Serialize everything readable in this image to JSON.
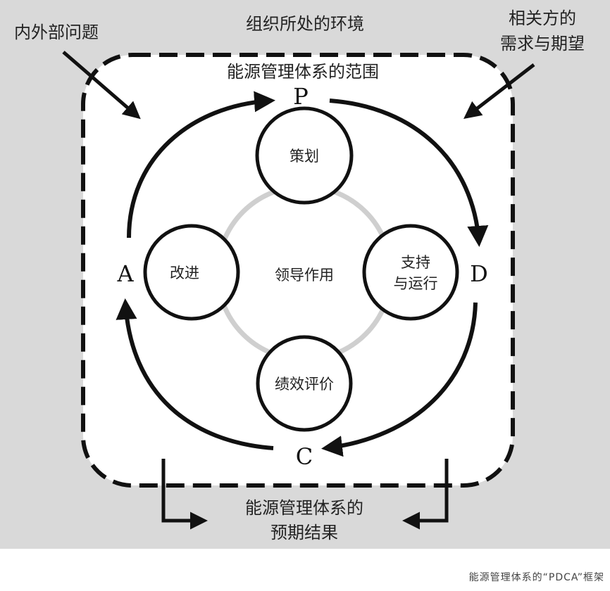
{
  "diagram": {
    "context_title": "组织所处的环境",
    "internal_external_issues": "内外部问题",
    "stakeholder_needs": [
      "相关方的",
      "需求与期望"
    ],
    "scope_title": "能源管理体系的范围",
    "stages": {
      "p": "P",
      "d": "D",
      "c": "C",
      "a": "A"
    },
    "nodes": {
      "plan": [
        "策划"
      ],
      "support": [
        "支持",
        "与运行"
      ],
      "evaluation": [
        "绩效评价"
      ],
      "improve": [
        "改进"
      ],
      "leadership": [
        "领导作用"
      ]
    },
    "outcome": [
      "能源管理体系的",
      "预期结果"
    ]
  },
  "caption": "能源管理体系的“PDCA”框架"
}
